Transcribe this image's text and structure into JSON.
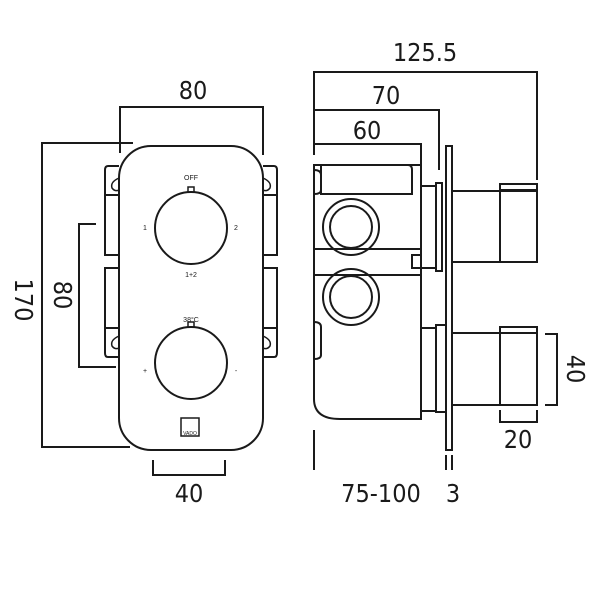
{
  "front_view": {
    "dims": {
      "width": "80",
      "height": "170",
      "knob_spacing": "80",
      "bottom_width": "40"
    },
    "labels": {
      "off": "OFF",
      "outlet1": "1",
      "outlet2": "2",
      "both": "1+2",
      "temp": "38°C",
      "plus": "+",
      "minus": "-"
    },
    "logo": "VADO"
  },
  "side_view": {
    "dims": {
      "overall": "125.5",
      "to_plate": "70",
      "body_depth": "60",
      "wall_depth": "75-100",
      "plate_thickness": "3",
      "handle_width": "20",
      "handle_height": "40"
    }
  }
}
